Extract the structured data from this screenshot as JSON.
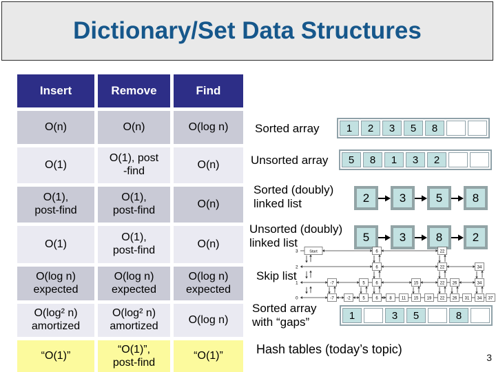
{
  "title": "Dictionary/Set Data Structures",
  "page_number": "3",
  "colors": {
    "title_bg": "#E9E9E9",
    "title_color": "#16578B",
    "header_bg": "#2D2E87",
    "row_gray": "#C9CAD6",
    "row_light": "#EAEAF2",
    "row_yellow": "#FCFA9D",
    "teal": "#C2E1E1",
    "border_gray": "#8FA1A8"
  },
  "table": {
    "headers": [
      "Insert",
      "Remove",
      "Find"
    ],
    "rows": [
      {
        "style": "gray",
        "height": 46,
        "cells": [
          "O(n)",
          "O(n)",
          "O(log n)"
        ]
      },
      {
        "style": "light",
        "height": 50,
        "cells": [
          "O(1)",
          "O(1), post\n-find",
          "O(n)"
        ]
      },
      {
        "style": "gray",
        "height": 50,
        "cells": [
          "O(1),\npost-find",
          "O(1),\npost-find",
          "O(n)"
        ]
      },
      {
        "style": "light",
        "height": 52,
        "cells": [
          "O(1)",
          "O(1),\npost-find",
          "O(n)"
        ]
      },
      {
        "style": "gray",
        "height": 47,
        "cells": [
          "O(log n)\nexpected",
          "O(log n)\nexpected",
          "O(log n)\nexpected"
        ]
      },
      {
        "style": "light",
        "height": 46,
        "cells": [
          "O(log² n)\namortized",
          "O(log² n)\namortized",
          "O(log n)"
        ]
      },
      {
        "style": "yellow",
        "height": 45,
        "cells": [
          "“O(1)”",
          "“O(1)”,\npost-find",
          "“O(1)”"
        ]
      }
    ]
  },
  "structures": {
    "sorted_array": {
      "label": "Sorted array",
      "cells": [
        "1",
        "2",
        "3",
        "5",
        "8",
        "",
        ""
      ]
    },
    "unsorted_array": {
      "label": "Unsorted array",
      "cells": [
        "5",
        "8",
        "1",
        "3",
        "2",
        "",
        ""
      ]
    },
    "sorted_list": {
      "label": "Sorted (doubly)\nlinked list",
      "nodes": [
        "2",
        "3",
        "5",
        "8"
      ]
    },
    "unsorted_list": {
      "label": "Unsorted (doubly)\nlinked list",
      "nodes": [
        "5",
        "3",
        "8",
        "2"
      ]
    },
    "skip_list": {
      "label": "Skip list",
      "start_label": "Start",
      "level_labels": [
        "3",
        "2",
        "1",
        "0"
      ],
      "levels": [
        [
          "Start",
          "6",
          "22"
        ],
        [
          "6",
          "22",
          "34"
        ],
        [
          "-7",
          "5",
          "6",
          "15",
          "22",
          "26",
          "34"
        ],
        [
          "-7",
          "-2",
          "5",
          "6",
          "8",
          "11",
          "15",
          "19",
          "22",
          "26",
          "31",
          "34",
          "37"
        ]
      ]
    },
    "gapped_array": {
      "label": "Sorted array\nwith “gaps”",
      "cells": [
        "1",
        "",
        "3",
        "5",
        "",
        "8",
        ""
      ]
    },
    "hash_note": "Hash tables (today’s topic)"
  }
}
